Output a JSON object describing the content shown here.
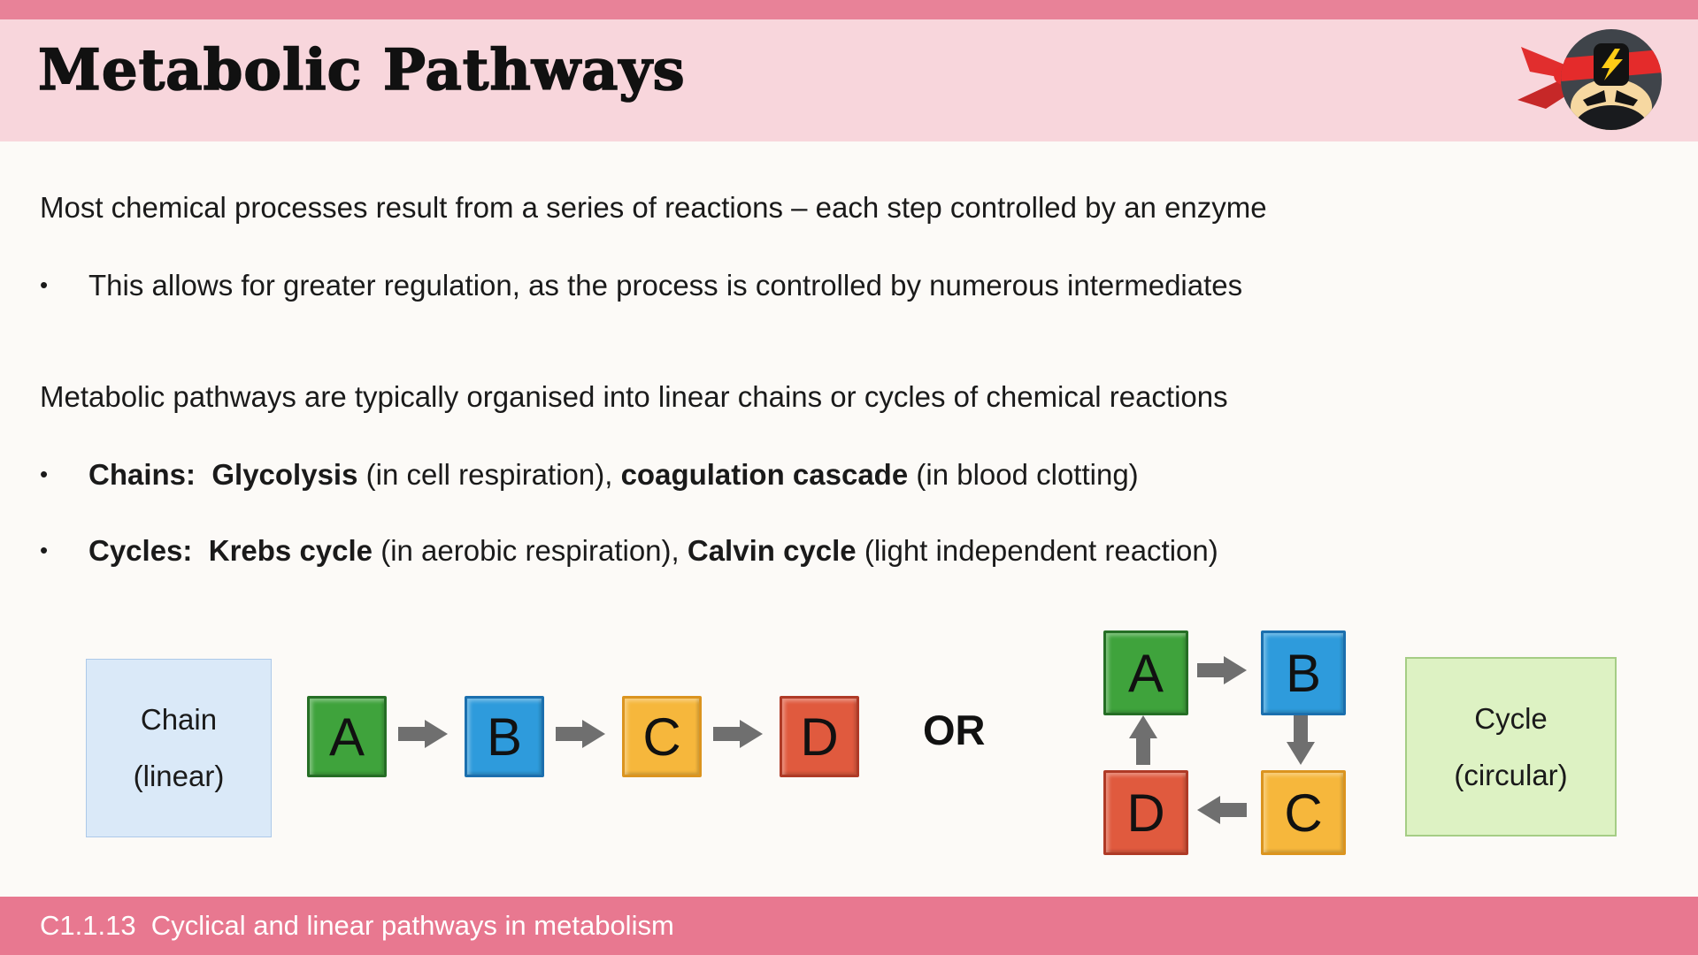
{
  "header": {
    "title": "Metabolic Pathways",
    "logo_name": "ninja-logo"
  },
  "body": {
    "bullet_char": "•",
    "intro": "Most chemical processes result from a series of reactions – each step controlled by an enzyme",
    "intro_bullet": "This allows for greater regulation, as the process is controlled by numerous intermediates",
    "organisation": "Metabolic pathways are typically organised into linear chains or cycles of chemical reactions",
    "chains": {
      "label": "Chains:",
      "sep": "  ",
      "term1": "Glycolysis",
      "mid1": " (in cell respiration), ",
      "term2": "coagulation cascade",
      "end": " (in blood clotting)"
    },
    "cycles": {
      "label": "Cycles:",
      "sep": "  ",
      "term1": "Krebs cycle",
      "mid1": " (in aerobic respiration), ",
      "term2": "Calvin cycle",
      "end": " (light independent reaction)"
    }
  },
  "diagram": {
    "chain_label": {
      "line1": "Chain",
      "line2": "(linear)"
    },
    "cycle_label": {
      "line1": "Cycle",
      "line2": "(circular)"
    },
    "or_label": "OR",
    "chain_nodes": [
      {
        "label": "A",
        "color": "#3FA33C"
      },
      {
        "label": "B",
        "color": "#2E9BDC"
      },
      {
        "label": "C",
        "color": "#F6B73C"
      },
      {
        "label": "D",
        "color": "#E05A3E"
      }
    ],
    "cycle_nodes": {
      "top_left": "A",
      "top_right": "B",
      "bottom_right": "C",
      "bottom_left": "D"
    }
  },
  "footer": {
    "text": "C1.1.13  Cyclical and linear pathways in metabolism"
  },
  "colors": {
    "top_strip": "#E88298",
    "header_band": "#F8D6DC",
    "body_bg": "#FCFAF7",
    "footer_bar": "#E87890",
    "footer_text": "#FFFFFF",
    "text": "#1A1A1A",
    "arrow_gray": "#6F6F6F",
    "node_green": "#3FA33C",
    "node_green_border": "#256E25",
    "node_blue": "#2E9BDC",
    "node_blue_border": "#1B6FAE",
    "node_orange": "#F6B73C",
    "node_orange_border": "#DB941F",
    "node_red": "#E05A3E",
    "node_red_border": "#AF3A26",
    "chain_box_fill": "#DAE9F8",
    "chain_box_border": "#ADC9E9",
    "cycle_box_fill": "#DDF2C3",
    "cycle_box_border": "#A5CD85",
    "headband_red": "#E42B2B",
    "bolt_yellow": "#FFCC16"
  }
}
